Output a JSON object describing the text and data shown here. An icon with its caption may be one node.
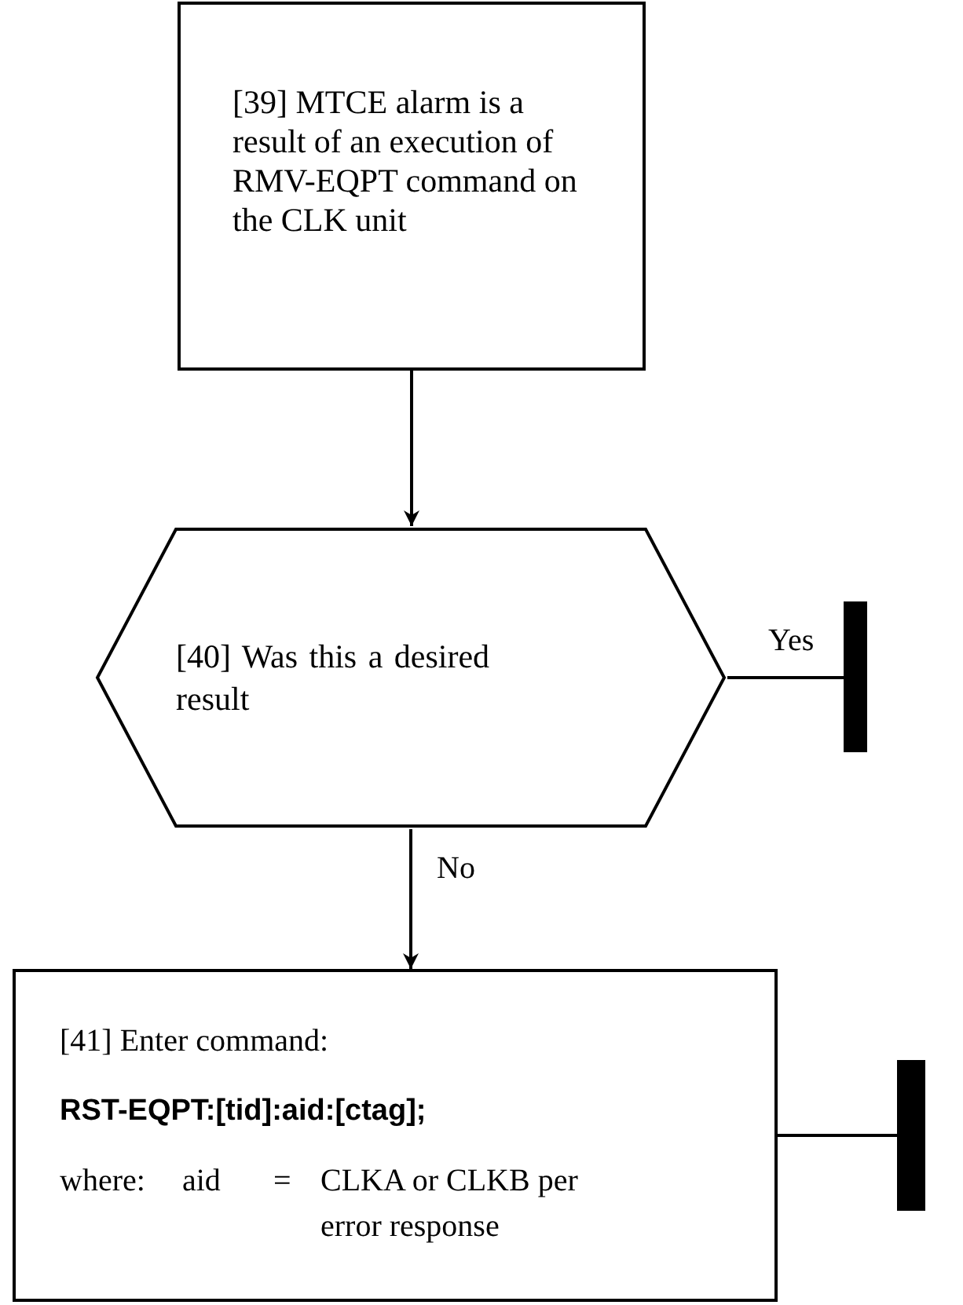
{
  "diagram": {
    "nodes": [
      {
        "text": [
          "[39] MTCE alarm is a result of an execution of RMV-EQPT command on the CLK unit"
        ]
      },
      {
        "text": [
          "[40] Was this a desired result"
        ]
      },
      {
        "text": [
          "[41] Enter command:",
          "RST-EQPT:[tid]:aid:[ctag];",
          "where:",
          "aid",
          "=",
          "CLKA or CLKB per error response"
        ]
      },
      {
        "text": [],
        "shape": "bar"
      },
      {
        "text": [],
        "shape": "bar"
      }
    ],
    "edges": [
      {
        "from": 0,
        "to": 1,
        "arrow": "to"
      },
      {
        "from": 1,
        "to": 3,
        "arrow": "none",
        "label": "Yes"
      },
      {
        "from": 1,
        "to": 2,
        "arrow": "to",
        "label": "No"
      },
      {
        "from": 2,
        "to": 4,
        "arrow": "none"
      }
    ]
  }
}
